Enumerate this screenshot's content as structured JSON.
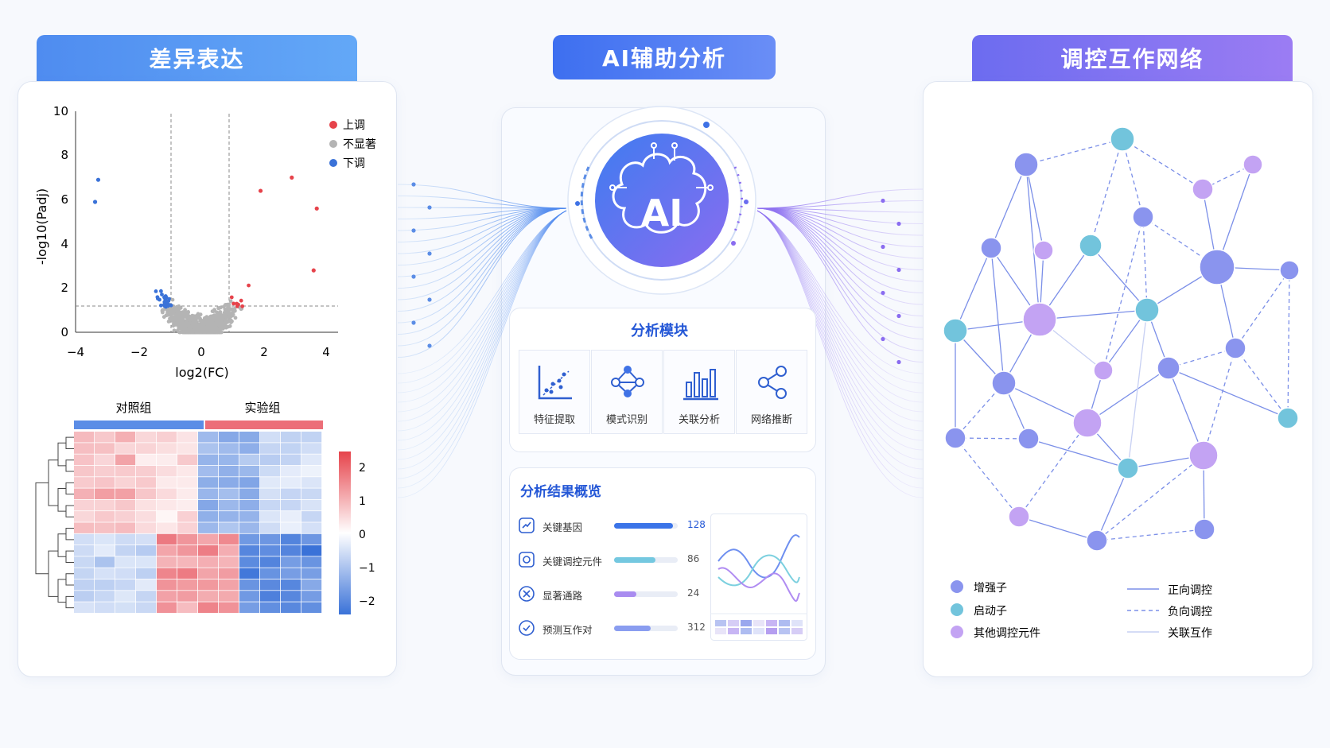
{
  "panels": {
    "left": {
      "title": "差异表达"
    },
    "middle": {
      "title": "AI辅助分析"
    },
    "right": {
      "title": "调控互作网络"
    }
  },
  "colors": {
    "up": "#e6434b",
    "ns": "#b4b4b4",
    "down": "#3a72d8",
    "accent": "#2457d6",
    "enhancer": "#8a94ee",
    "promoter": "#72c4dc",
    "other": "#c3a3f3"
  },
  "volcano": {
    "ylabel": "-log10(Padj)",
    "xlabel": "log2(FC)",
    "x_ticks": [
      "−4",
      "−2",
      "0",
      "2",
      "4"
    ],
    "y_ticks": [
      "0",
      "2",
      "4",
      "6",
      "8",
      "10"
    ],
    "legend": [
      "上调",
      "不显著",
      "下调"
    ]
  },
  "heatmap": {
    "groups": [
      "对照组",
      "实验组"
    ],
    "colorbar_ticks": [
      "2",
      "1",
      "0",
      "−1",
      "−2"
    ]
  },
  "ai": {
    "badge": "AI",
    "module_title": "分析模块",
    "modules": [
      {
        "label": "特征提取",
        "icon": "scatter-plot-icon"
      },
      {
        "label": "模式识别",
        "icon": "network-node-icon"
      },
      {
        "label": "关联分析",
        "icon": "bar-chart-icon"
      },
      {
        "label": "网络推断",
        "icon": "share-icon"
      }
    ],
    "result_title": "分析结果概览",
    "results": [
      {
        "label": "关键基因",
        "value": "128",
        "fraction": 0.92,
        "color": "#3b74e8",
        "icon": "trend-icon"
      },
      {
        "label": "关键调控元件",
        "value": "86",
        "fraction": 0.65,
        "color": "#74c8e0",
        "icon": "target-icon"
      },
      {
        "label": "显著通路",
        "value": "24",
        "fraction": 0.35,
        "color": "#a98cf0",
        "icon": "x-cross-icon"
      },
      {
        "label": "预测互作对",
        "value": "312",
        "fraction": 0.58,
        "color": "#8a9df0",
        "icon": "check-icon"
      }
    ]
  },
  "network": {
    "legend_nodes": [
      "增强子",
      "启动子",
      "其他调控元件"
    ],
    "legend_edges": [
      "正向调控",
      "负向调控",
      "关联互作"
    ]
  }
}
